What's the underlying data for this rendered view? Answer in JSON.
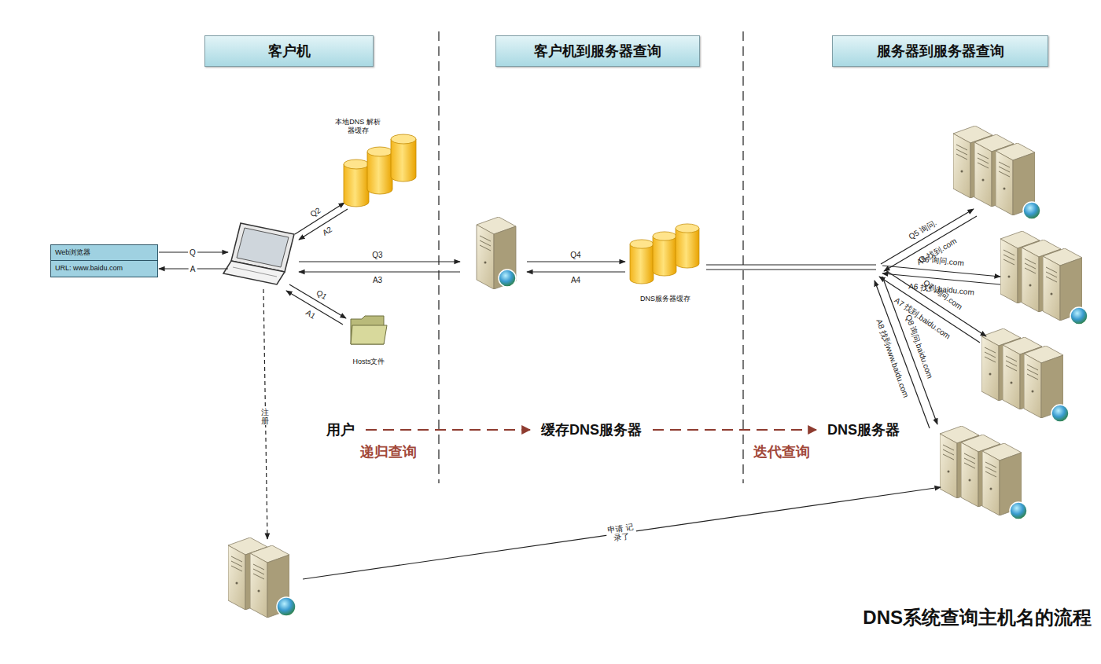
{
  "diagram": {
    "caption": "DNS系统查询主机名的流程",
    "nodes": [
      {
        "text": [
          "客户机"
        ]
      },
      {
        "text": [
          "客户机到服务器查询"
        ]
      },
      {
        "text": [
          "服务器到服务器查询"
        ]
      },
      {
        "text": [
          "Web浏览器",
          "URL: www.baidu.com"
        ]
      },
      {
        "text": [
          "本地DNS 解析器缓存"
        ]
      },
      {
        "text": [
          "Hosts文件"
        ]
      },
      {
        "text": [
          "DNS服务器缓存"
        ]
      },
      {
        "text": [
          "用户"
        ]
      },
      {
        "text": [
          "缓存DNS服务器"
        ]
      },
      {
        "text": [
          "DNS服务器"
        ]
      }
    ],
    "edges": [
      {
        "from": 7,
        "to": 8,
        "label": "递归查询",
        "arrow": "to"
      },
      {
        "from": 8,
        "to": 9,
        "label": "迭代查询",
        "arrow": "to"
      }
    ],
    "labels": [
      "Q",
      "A",
      "Q2",
      "A2",
      "Q3",
      "A3",
      "Q1",
      "A1",
      "Q4",
      "A4",
      "Q5 询问.",
      "A5 找到.com",
      "Q6 询问.com",
      "A6 找到.baidu.com",
      "Q7 询问.com",
      "A7 找到.baidu.com",
      "Q8 询问.baidu.com",
      "A8 找到www.baidu.com",
      "注册",
      "申请 记录了"
    ]
  }
}
